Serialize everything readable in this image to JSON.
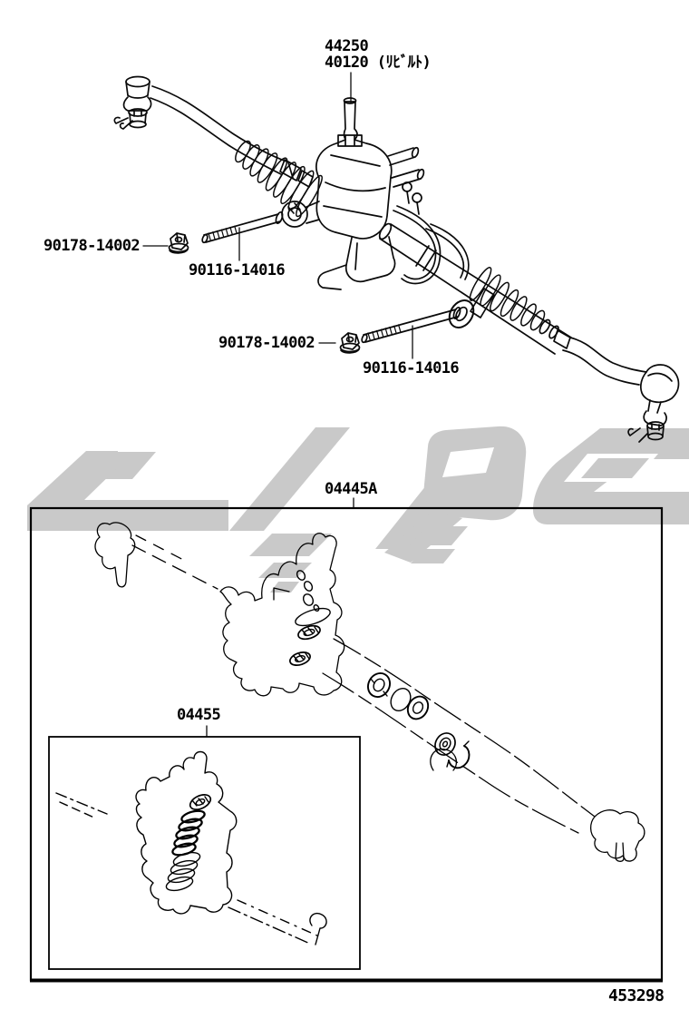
{
  "page": {
    "figure_code": "453298",
    "colors": {
      "background": "#ffffff",
      "line": "#000000",
      "watermark": "#c9c9c9"
    }
  },
  "callouts": {
    "gear_assy": "44250",
    "gear_assy_reman": "40120 (ﾘﾋﾞﾙﾄ)",
    "nut_upper": "90178-14002",
    "bolt_upper": "90116-14016",
    "nut_lower": "90178-14002",
    "bolt_lower": "90116-14016"
  },
  "kits": {
    "gasket_kit": "04445A",
    "seal_kit": "04455"
  }
}
